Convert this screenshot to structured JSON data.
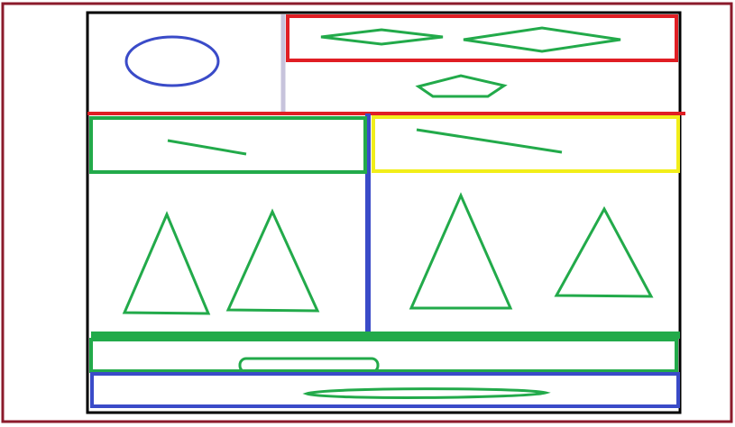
{
  "colors": {
    "background": "#ffffff",
    "outer_frame": "#8b1a2b",
    "main_frame": "#000000",
    "green": "#22aa4a",
    "red": "#e01e24",
    "blue": "#3a4bc8",
    "yellow": "#f2ee1a",
    "lavender": "#c7c3dc"
  },
  "shapes": {
    "ellipse": "ellipse",
    "diamonds": [
      "diamond",
      "diamond"
    ],
    "pentagon": "pentagon",
    "lines": [
      "line",
      "line"
    ],
    "triangles": [
      "triangle",
      "triangle",
      "triangle",
      "triangle"
    ],
    "rounded_bars": [
      "rounded-bar",
      "rounded-bar"
    ]
  }
}
